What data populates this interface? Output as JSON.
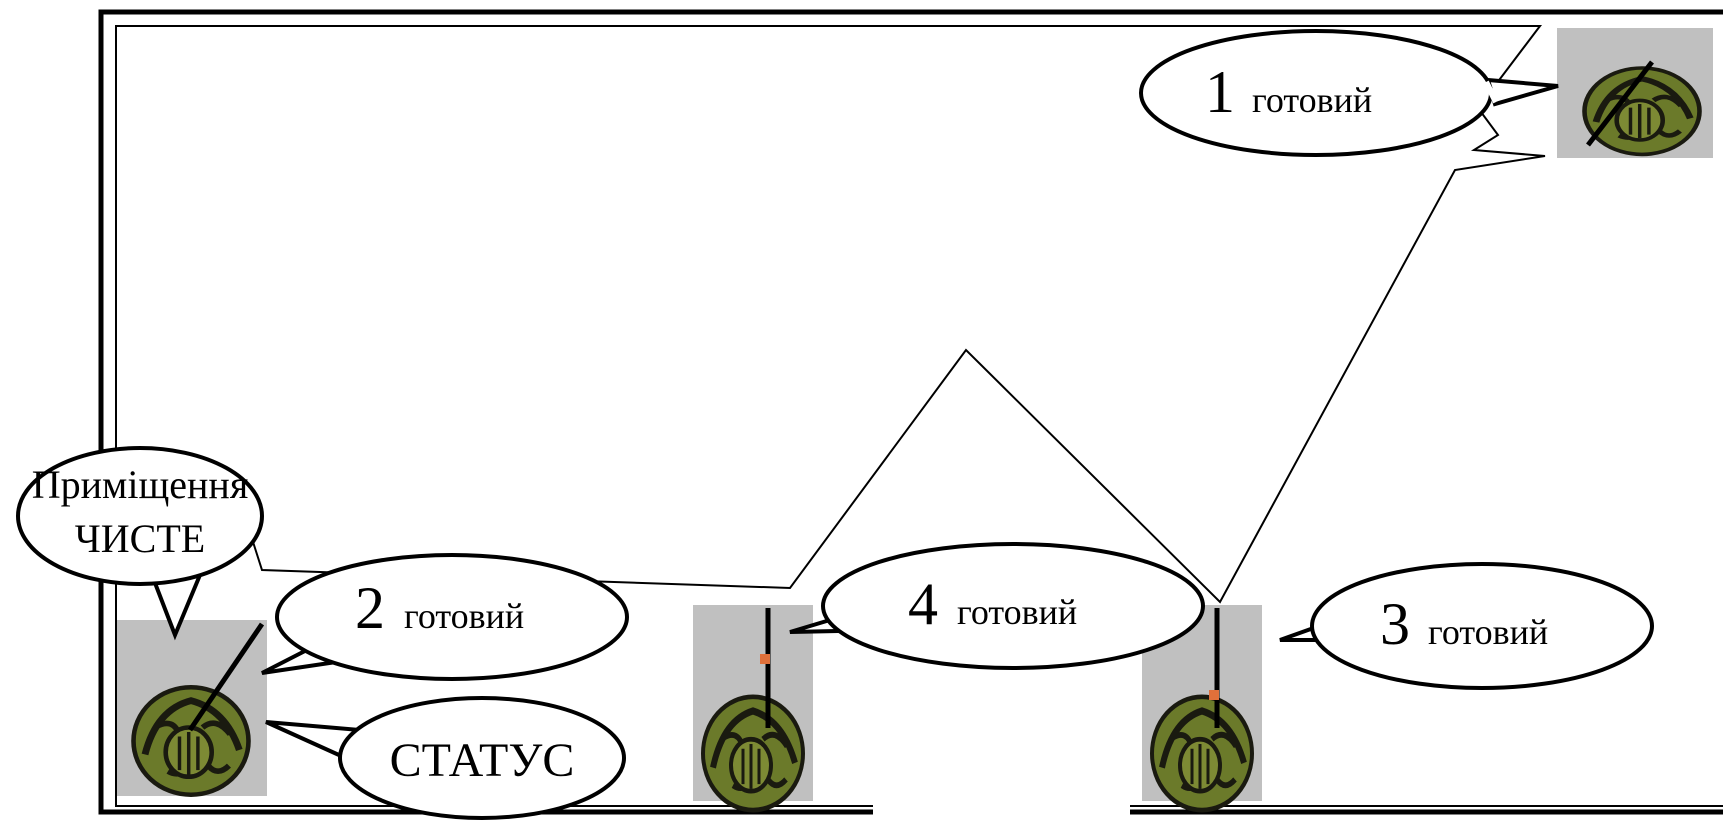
{
  "soldiers": [
    {
      "id": "1",
      "status": "готовий",
      "icon": "soldier-icon"
    },
    {
      "id": "2",
      "status": "готовий",
      "icon": "soldier-icon"
    },
    {
      "id": "3",
      "status": "готовий",
      "icon": "soldier-icon"
    },
    {
      "id": "4",
      "status": "готовий",
      "icon": "soldier-icon"
    }
  ],
  "room_message": {
    "line1": "Приміщення",
    "line2": "ЧИСТЕ"
  },
  "status_label": "СТАТУС",
  "colors": {
    "line": "#000000",
    "tile": "#c0c0c0",
    "camo_dark": "#1a1a10",
    "camo_green": "#6b7a2a",
    "camo_tan": "#a88a3a",
    "accent": "#e0703a"
  }
}
